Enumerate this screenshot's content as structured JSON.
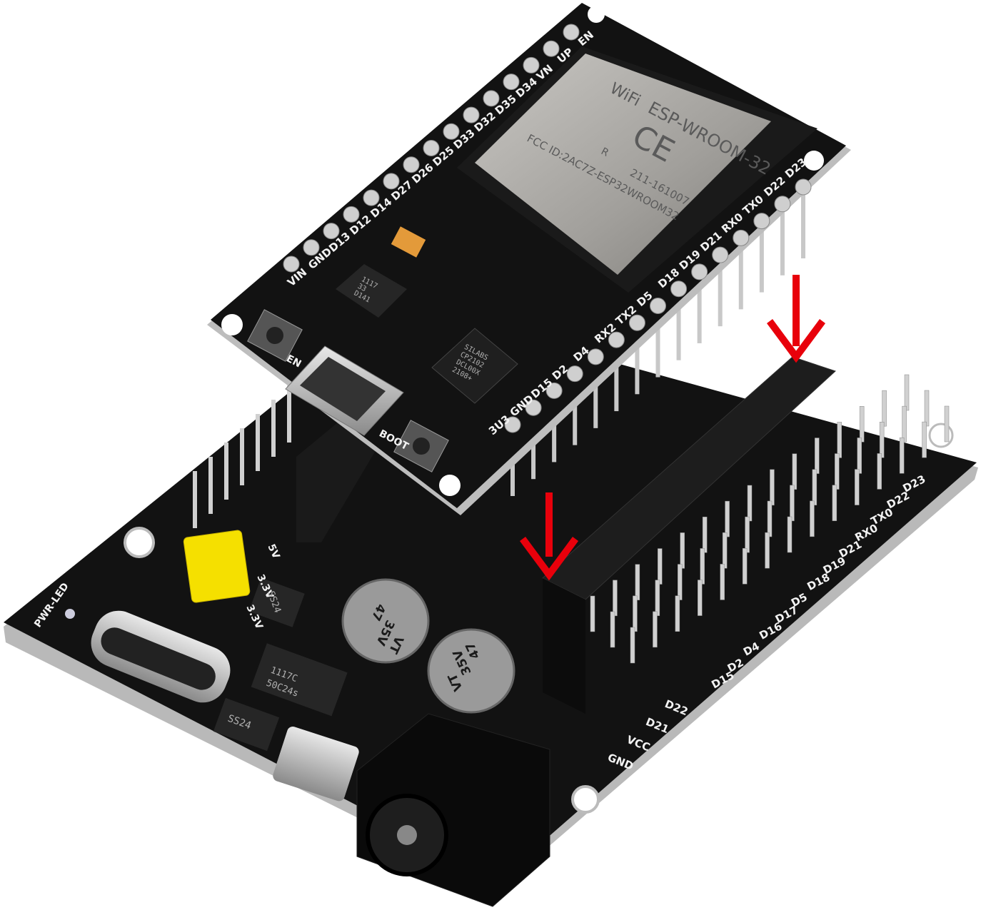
{
  "top_board": {
    "left_pins": [
      "VIN",
      "GND",
      "D13",
      "D12",
      "D14",
      "D27",
      "D26",
      "D25",
      "D33",
      "D32",
      "D35",
      "D34",
      "VN",
      "UP",
      "EN"
    ],
    "right_pins": [
      "3U3",
      "GND",
      "D15",
      "D2",
      "D4",
      "RX2",
      "TX2",
      "D5",
      "D18",
      "D19",
      "D21",
      "RX0",
      "TX0",
      "D22",
      "D23"
    ],
    "module": {
      "wifi_logo": "WiFi",
      "name": "ESP-WROOM-32",
      "ce_mark": "CE",
      "r_mark": "R",
      "fcc_id": "FCC ID:2AC7Z-ESP32WROOM32",
      "cert": "211-161007"
    },
    "usb_chip": [
      "SILABS",
      "CP2102",
      "DCL00X",
      "2108+"
    ],
    "regulator": [
      "1117",
      "33",
      "D141"
    ],
    "button_en": "EN",
    "button_boot": "BOOT"
  },
  "base_board": {
    "right_pins": [
      "D23",
      "D22",
      "TX0",
      "RX0",
      "D21",
      "D19",
      "D18",
      "D5",
      "D17",
      "D16",
      "D4",
      "D2",
      "D15"
    ],
    "bottom_pins": [
      "D22",
      "D21",
      "VCC",
      "GND"
    ],
    "jumper_labels": [
      "5V",
      "3.3V",
      "3.3V"
    ],
    "power_led": "PWR-LED",
    "capacitor_1": [
      "47",
      "35V",
      "VT"
    ],
    "capacitor_2": [
      "47",
      "35V",
      "VT"
    ],
    "regulator": [
      "1117C",
      "50C24s"
    ],
    "diode_1": "SS24",
    "diode_2": "SS24"
  },
  "colors": {
    "pcb": "#111111",
    "silkscreen": "#f2f2f2",
    "module_shield": "#a8a6a2",
    "arrow": "#e8000b",
    "jumper": "#f5e000"
  }
}
